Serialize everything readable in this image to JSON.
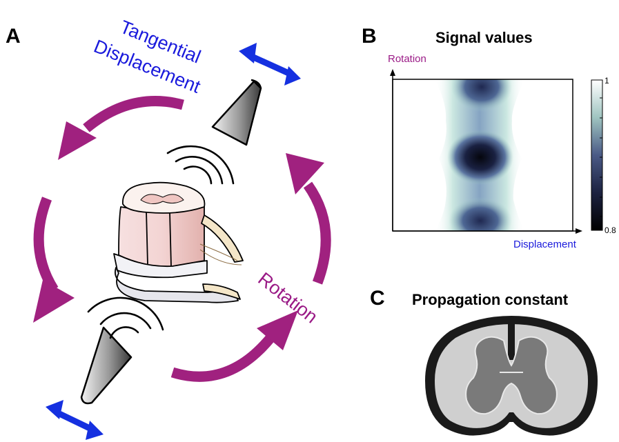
{
  "panels": {
    "a": {
      "letter": "A",
      "tangential_label": "Tangential",
      "displacement_label": "Displacement",
      "rotation_label": "Rotation"
    },
    "b": {
      "letter": "B",
      "title": "Signal values",
      "y_axis_label": "Rotation",
      "x_axis_label": "Displacement",
      "colorbar_max": "1",
      "colorbar_min": "0.8"
    },
    "c": {
      "letter": "C",
      "title": "Propagation constant"
    }
  },
  "colors": {
    "rotation_arrow": "#a0217f",
    "displacement_arrow": "#1530e0",
    "label_blue": "#1a1adc",
    "label_purple": "#9a1a86",
    "cord_outer": "#1a1a1a",
    "cord_white_matter": "#cfcfcf",
    "cord_gray_matter": "#7a7a7a"
  },
  "icons": {
    "transducer_top": "cone-transducer-icon",
    "transducer_bottom": "cone-transducer-icon",
    "spinal_cord": "spinal-cord-segment-illustration"
  },
  "heatmap": {
    "colormap": "bone (dark navy at 0.8 to white at 1)",
    "description_of_bands": "dark vertical band near the center of displacement, darkest at middle rotation, narrowing in between"
  }
}
